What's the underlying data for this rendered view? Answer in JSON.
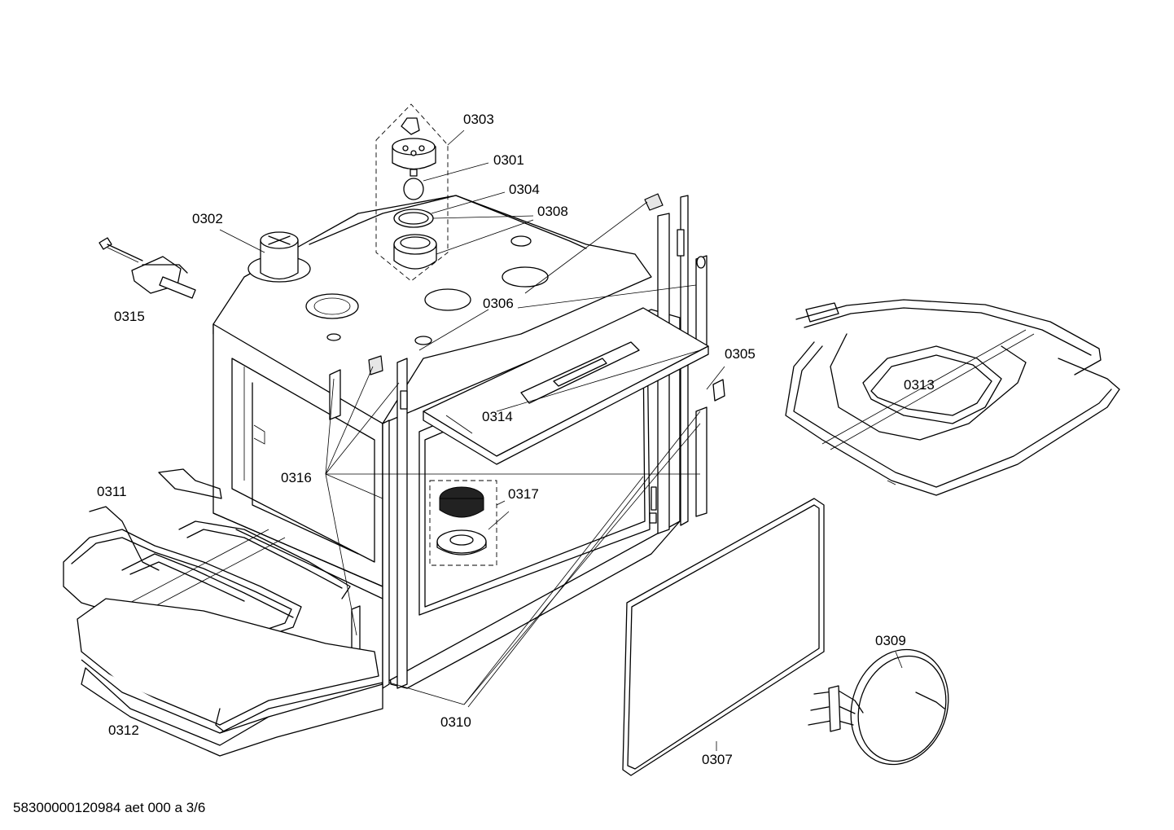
{
  "parts": [
    {
      "id": "0303",
      "label": "0303"
    },
    {
      "id": "0301",
      "label": "0301"
    },
    {
      "id": "0304",
      "label": "0304"
    },
    {
      "id": "0308",
      "label": "0308"
    },
    {
      "id": "0302",
      "label": "0302"
    },
    {
      "id": "0315",
      "label": "0315"
    },
    {
      "id": "0306",
      "label": "0306"
    },
    {
      "id": "0305",
      "label": "0305"
    },
    {
      "id": "0313",
      "label": "0313"
    },
    {
      "id": "0314",
      "label": "0314"
    },
    {
      "id": "0316",
      "label": "0316"
    },
    {
      "id": "0317",
      "label": "0317"
    },
    {
      "id": "0311",
      "label": "0311"
    },
    {
      "id": "0312",
      "label": "0312"
    },
    {
      "id": "0310",
      "label": "0310"
    },
    {
      "id": "0309",
      "label": "0309"
    },
    {
      "id": "0307",
      "label": "0307"
    }
  ],
  "footer": {
    "document_code": "58300000120984 aet 000 a 3/6"
  }
}
